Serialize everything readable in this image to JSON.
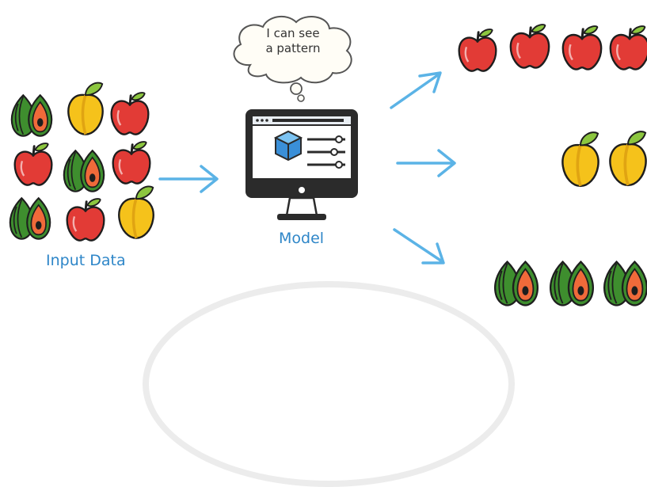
{
  "thought_bubble": {
    "line1": "I can see",
    "line2": "a pattern"
  },
  "model": {
    "label": "Model",
    "icon": "monitor-icon"
  },
  "input": {
    "label": "Input Data"
  },
  "colors": {
    "arrow": "#5bb3e6",
    "label": "#2e86c8",
    "apple": "#e23b36",
    "mango": "#f5c21b",
    "leaf": "#8cc63f",
    "guava_shell": "#3e8e2e",
    "guava_flesh": "#f06a3a",
    "outline": "#1e1e1e"
  }
}
